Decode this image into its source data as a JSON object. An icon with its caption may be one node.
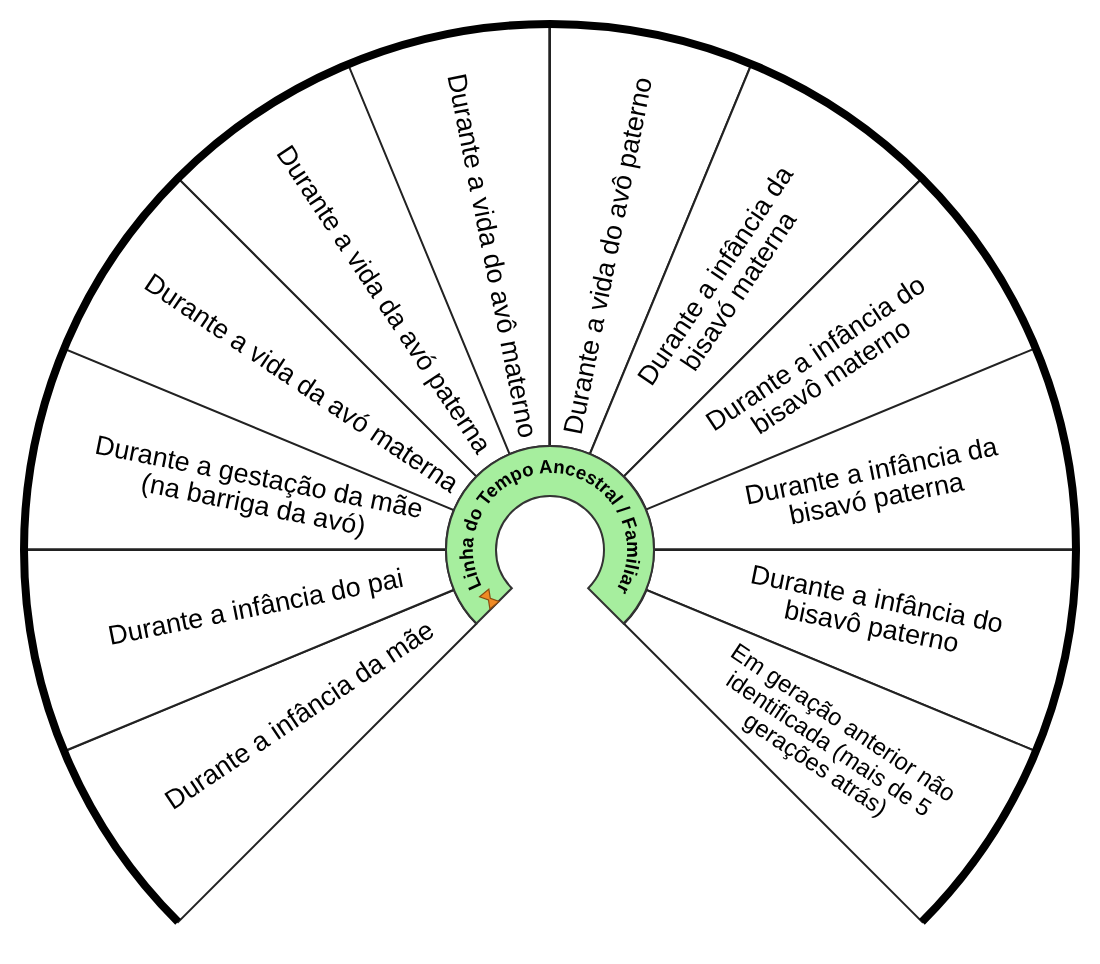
{
  "diagram": {
    "nodes": [
      {
        "text": [
          "Linha do Tempo Ancestral / Familiar"
        ]
      },
      {
        "text": [
          "Durante a infância da mãe"
        ]
      },
      {
        "text": [
          "Durante a infância do pai"
        ]
      },
      {
        "text": [
          "Durante a gestação da mãe (na barriga da avó)"
        ]
      },
      {
        "text": [
          "Durante a vida da avó materna"
        ]
      },
      {
        "text": [
          "Durante a vida da avó paterna"
        ]
      },
      {
        "text": [
          "Durante a vida do avô materno"
        ]
      },
      {
        "text": [
          "Durante a vida do avô paterno"
        ]
      },
      {
        "text": [
          "Durante a infância da bisavó materna"
        ]
      },
      {
        "text": [
          "Durante a infância do bisavô materno"
        ]
      },
      {
        "text": [
          "Durante a infância da bisavó paterna"
        ]
      },
      {
        "text": [
          "Durante a infância do bisavô paterno"
        ]
      },
      {
        "text": [
          "Em geração anterior não identificada (mais de 5 gerações atrás)"
        ]
      }
    ]
  }
}
